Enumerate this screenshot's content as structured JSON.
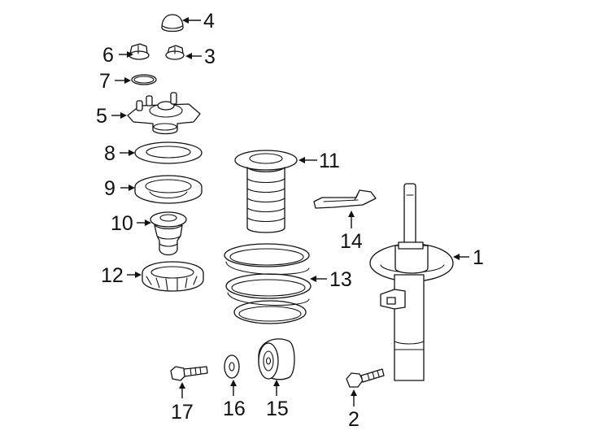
{
  "diagram": {
    "colors": {
      "line": "#111111",
      "background": "#ffffff"
    },
    "callouts": [
      {
        "id": "c1",
        "text": "1"
      },
      {
        "id": "c2",
        "text": "2"
      },
      {
        "id": "c3",
        "text": "3"
      },
      {
        "id": "c4",
        "text": "4"
      },
      {
        "id": "c5",
        "text": "5"
      },
      {
        "id": "c6",
        "text": "6"
      },
      {
        "id": "c7",
        "text": "7"
      },
      {
        "id": "c8",
        "text": "8"
      },
      {
        "id": "c9",
        "text": "9"
      },
      {
        "id": "c10",
        "text": "10"
      },
      {
        "id": "c11",
        "text": "11"
      },
      {
        "id": "c12",
        "text": "12"
      },
      {
        "id": "c13",
        "text": "13"
      },
      {
        "id": "c14",
        "text": "14"
      },
      {
        "id": "c15",
        "text": "15"
      },
      {
        "id": "c16",
        "text": "16"
      },
      {
        "id": "c17",
        "text": "17"
      }
    ]
  }
}
